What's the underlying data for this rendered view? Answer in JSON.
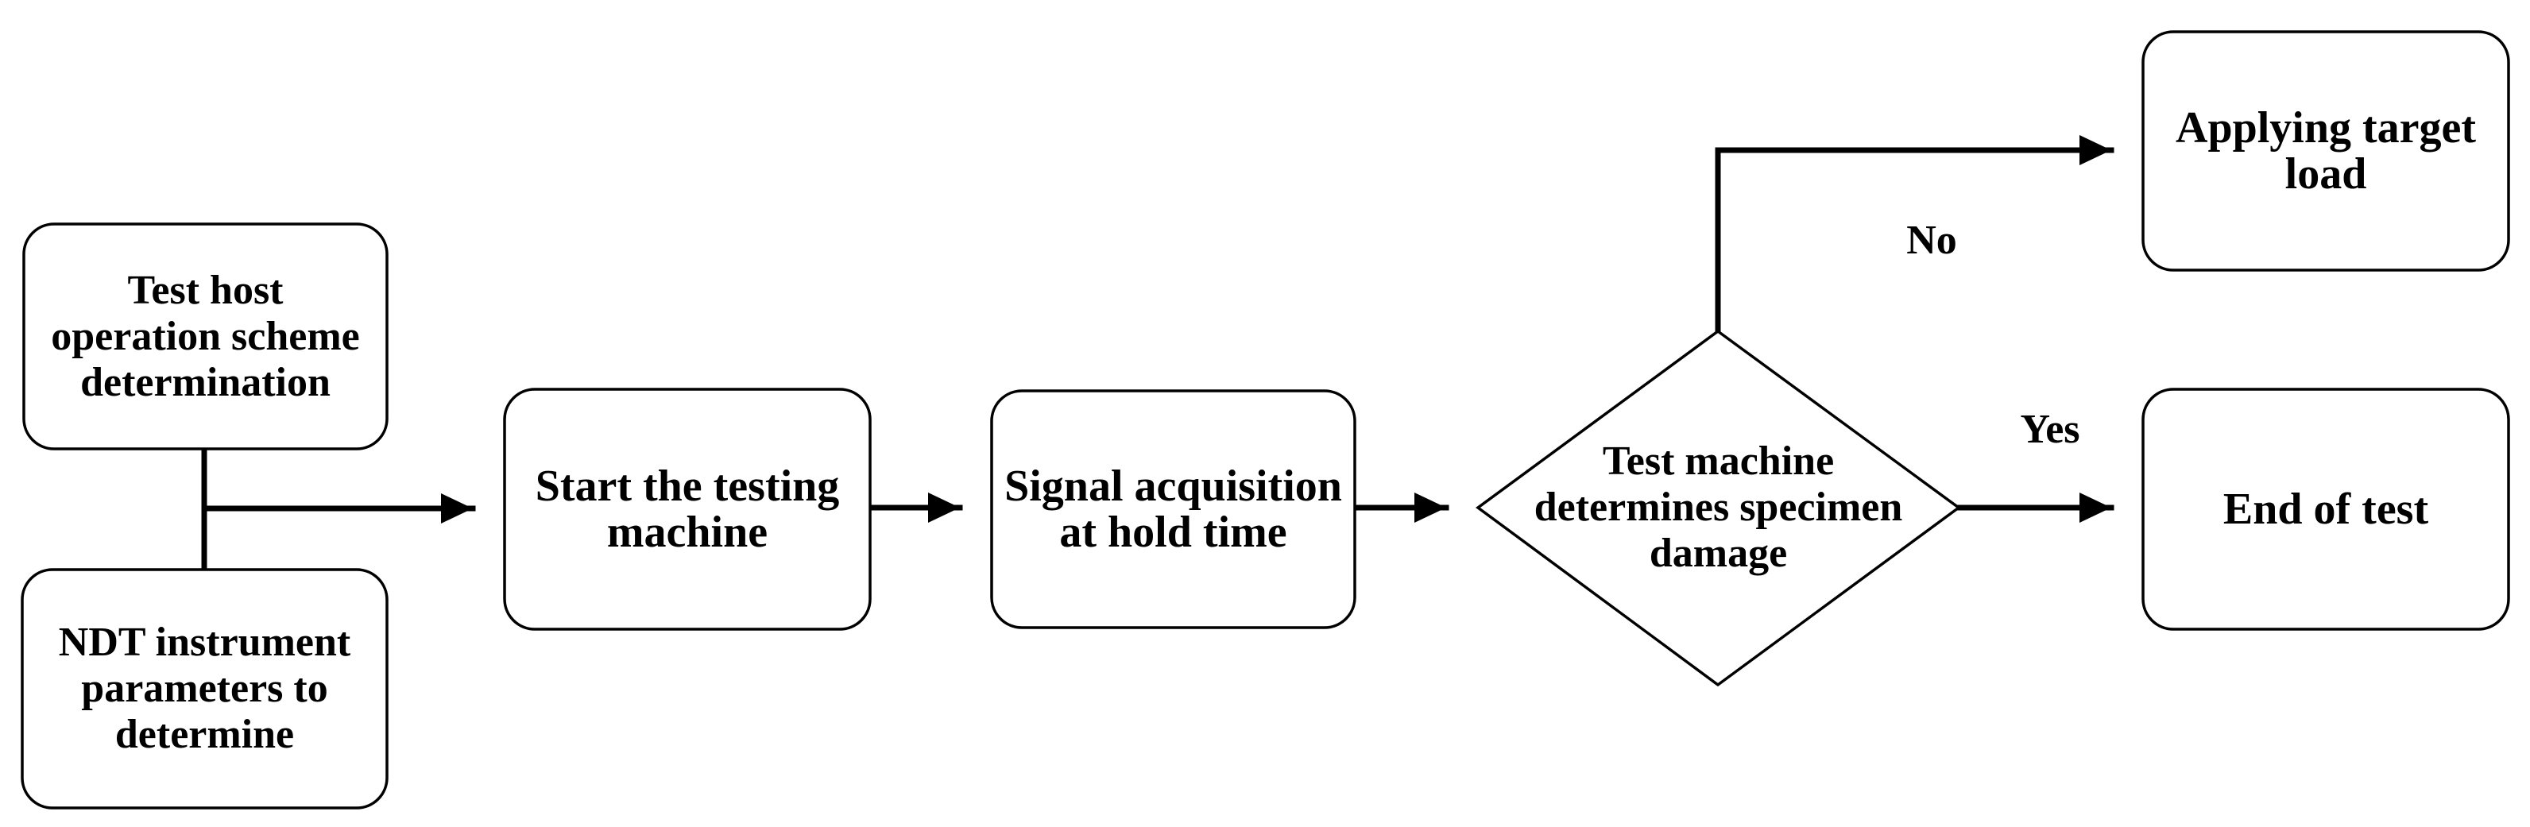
{
  "flowchart": {
    "nodes": {
      "test_host": {
        "lines": [
          "Test host",
          "operation scheme",
          "determination"
        ]
      },
      "ndt_params": {
        "lines": [
          "NDT instrument",
          "parameters to",
          "determine"
        ]
      },
      "start_machine": {
        "lines": [
          "Start the testing",
          "machine"
        ]
      },
      "signal_acq": {
        "lines": [
          "Signal acquisition",
          "at hold time"
        ]
      },
      "damage_decision": {
        "lines": [
          "Test machine",
          "determines specimen",
          "damage"
        ]
      },
      "apply_load": {
        "lines": [
          "Applying target",
          "load"
        ]
      },
      "end_test": {
        "lines": [
          "End of test"
        ]
      }
    },
    "edge_labels": {
      "no": "No",
      "yes": "Yes"
    },
    "colors": {
      "stroke": "#000000",
      "fill": "#ffffff",
      "text": "#000000"
    }
  }
}
